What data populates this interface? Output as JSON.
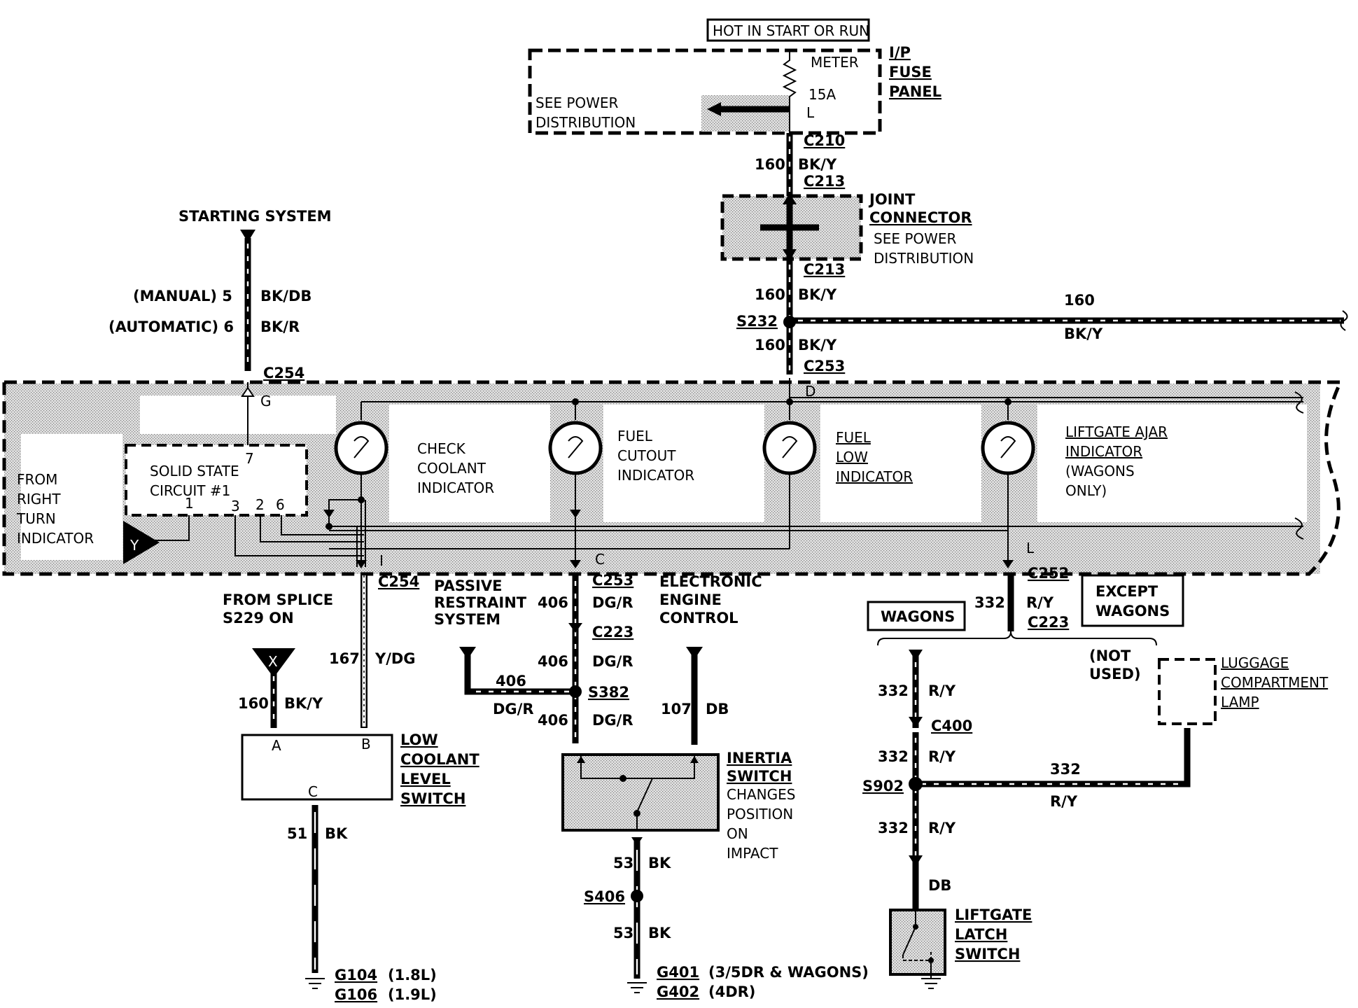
{
  "fuse_panel": {
    "hot_label": "HOT IN START OR RUN",
    "meter": "METER",
    "rating": "15A",
    "pin": "L",
    "title_1": "I/P",
    "title_2": "FUSE",
    "title_3": "PANEL",
    "see_1": "SEE POWER",
    "see_2": "DISTRIBUTION"
  },
  "joint_connector": {
    "title_1": "JOINT",
    "title_2": "CONNECTOR",
    "see_1": "SEE POWER",
    "see_2": "DISTRIBUTION"
  },
  "connectors": {
    "c210": "C210",
    "c213a": "C213",
    "c213b": "C213",
    "c253a": "C253",
    "c254a": "C254",
    "c254b": "C254",
    "c253b": "C253",
    "c223a": "C223",
    "c252": "C252",
    "c223b": "C223",
    "c400": "C400"
  },
  "splices": {
    "s232": "S232",
    "s382": "S382",
    "s406": "S406",
    "s902": "S902"
  },
  "circuits": {
    "c160": "160",
    "bky": "BK/Y",
    "c5_label": "(MANUAL) 5",
    "bkdb": "BK/DB",
    "c6_label": "(AUTOMATIC) 6",
    "bkr": "BK/R",
    "c167": "167",
    "ydg": "Y/DG",
    "c406": "406",
    "dgr": "DG/R",
    "c107": "107",
    "db": "DB",
    "c51": "51",
    "bk": "BK",
    "c53": "53",
    "c332": "332",
    "ry": "R/Y"
  },
  "cluster": {
    "from_1": "FROM",
    "from_2": "RIGHT",
    "from_3": "TURN",
    "from_4": "INDICATOR",
    "y_marker": "Y",
    "ssc_1": "SOLID STATE",
    "ssc_2": "CIRCUIT #1",
    "pin7": "7",
    "pin1": "1",
    "pin3": "3",
    "pin2": "2",
    "pin6": "6",
    "pinG": "G",
    "pinD": "D",
    "pinI": "I",
    "pinC": "C",
    "pinL": "L",
    "check_1": "CHECK",
    "check_2": "COOLANT",
    "check_3": "INDICATOR",
    "fcut_1": "FUEL",
    "fcut_2": "CUTOUT",
    "fcut_3": "INDICATOR",
    "flow_1": "FUEL",
    "flow_2": "LOW",
    "flow_3": "INDICATOR",
    "lift_1": "LIFTGATE AJAR",
    "lift_2": "INDICATOR",
    "lift_3": "(WAGONS",
    "lift_4": "ONLY)"
  },
  "starting_system": "STARTING SYSTEM",
  "from_splice_1": "FROM SPLICE",
  "from_splice_2": "S229 ON",
  "x_marker": "X",
  "low_coolant": {
    "pinA": "A",
    "pinB": "B",
    "pinC": "C",
    "t1": "LOW",
    "t2": "COOLANT",
    "t3": "LEVEL",
    "t4": "SWITCH"
  },
  "passive_1": "PASSIVE",
  "passive_2": "RESTRAINT",
  "passive_3": "SYSTEM",
  "eec_1": "ELECTRONIC",
  "eec_2": "ENGINE",
  "eec_3": "CONTROL",
  "inertia": {
    "t1": "INERTIA",
    "t2": "SWITCH",
    "t3": "CHANGES",
    "t4": "POSITION",
    "t5": "ON",
    "t6": "IMPACT"
  },
  "grounds": {
    "g104": "G104",
    "g104_note": "(1.8L)",
    "g106": "G106",
    "g106_note": "(1.9L)",
    "g401": "G401",
    "g401_note": "(3/5DR & WAGONS)",
    "g402": "G402",
    "g402_note": "(4DR)"
  },
  "wagons": "WAGONS",
  "except_1": "EXCEPT",
  "except_2": "WAGONS",
  "not_used_1": "(NOT",
  "not_used_2": "USED)",
  "luggage_1": "LUGGAGE",
  "luggage_2": "COMPARTMENT",
  "luggage_3": "LAMP",
  "liftgate_latch_1": "LIFTGATE",
  "liftgate_latch_2": "LATCH",
  "liftgate_latch_3": "SWITCH"
}
